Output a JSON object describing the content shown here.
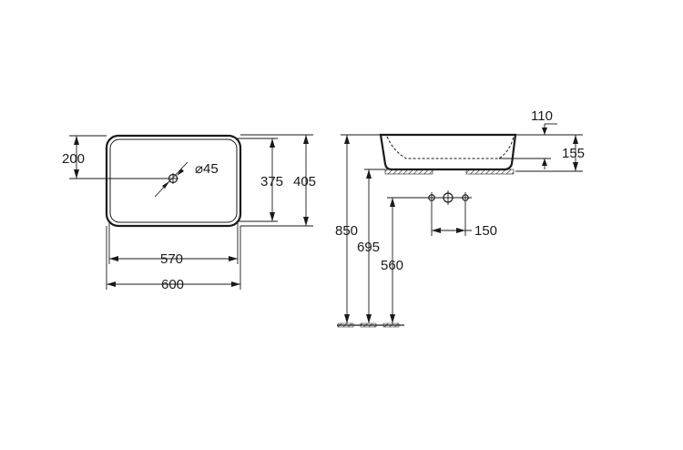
{
  "colors": {
    "line": "#1a1a1a",
    "background": "#ffffff",
    "hatch": "#1a1a1a"
  },
  "top_view": {
    "dim_200": "200",
    "dim_diameter": "⌀45",
    "dim_375": "375",
    "dim_405": "405",
    "dim_570": "570",
    "dim_600": "600"
  },
  "side_view": {
    "dim_110": "110",
    "dim_155": "155",
    "dim_850": "850",
    "dim_695": "695",
    "dim_560": "560",
    "dim_150": "150"
  }
}
